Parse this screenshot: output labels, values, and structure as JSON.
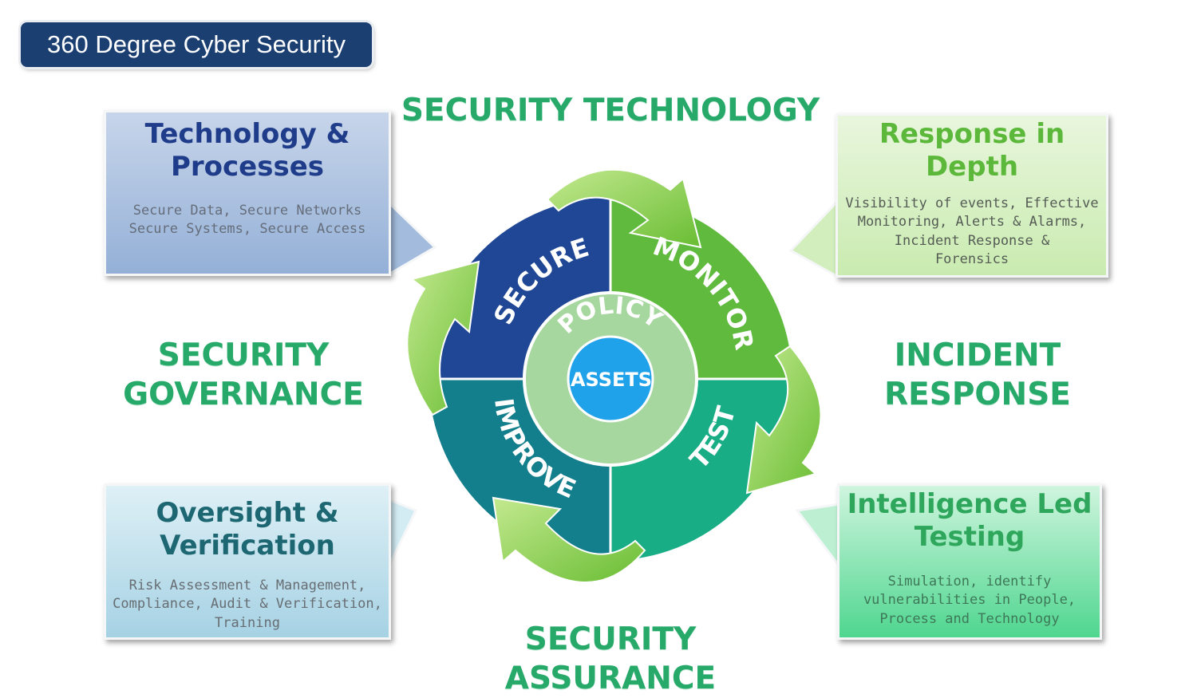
{
  "title": "360 Degree Cyber Security",
  "domains": {
    "top": "SECURITY TECHNOLOGY",
    "left_line1": "SECURITY",
    "left_line2": "GOVERNANCE",
    "right_line1": "INCIDENT",
    "right_line2": "RESPONSE",
    "bottom": "SECURITY ASSURANCE"
  },
  "callouts": {
    "tech": {
      "heading_line1": "Technology &",
      "heading_line2": "Processes",
      "desc_line1": "Secure Data, Secure Networks",
      "desc_line2": "Secure Systems, Secure Access"
    },
    "response": {
      "heading_line1": "Response in",
      "heading_line2": "Depth",
      "desc_line1": "Visibility of events, Effective",
      "desc_line2": "Monitoring, Alerts & Alarms,",
      "desc_line3": "Incident Response &",
      "desc_line4": "Forensics"
    },
    "oversight": {
      "heading_line1": "Oversight &",
      "heading_line2": "Verification",
      "desc_line1": "Risk Assessment & Management,",
      "desc_line2": "Compliance, Audit & Verification,",
      "desc_line3": "Training"
    },
    "intel": {
      "heading_line1": "Intelligence Led",
      "heading_line2": "Testing",
      "desc_line1": "Simulation, identify",
      "desc_line2": "vulnerabilities in People,",
      "desc_line3": "Process and Technology"
    }
  },
  "cycle": {
    "secure": "SECURE",
    "monitor": "MONITOR",
    "test": "TEST",
    "improve": "IMPROVE",
    "policy": "POLICY",
    "assets": "ASSETS"
  },
  "colors": {
    "title_bg": "#1c3f72",
    "secure": "#1f4796",
    "monitor": "#5fba3e",
    "test": "#19ad85",
    "improve": "#137f8c",
    "policy_ring": "#a6d79e",
    "assets": "#1fa2ea",
    "domain_text": "#27a96a",
    "arrow": "#7fcf45"
  }
}
